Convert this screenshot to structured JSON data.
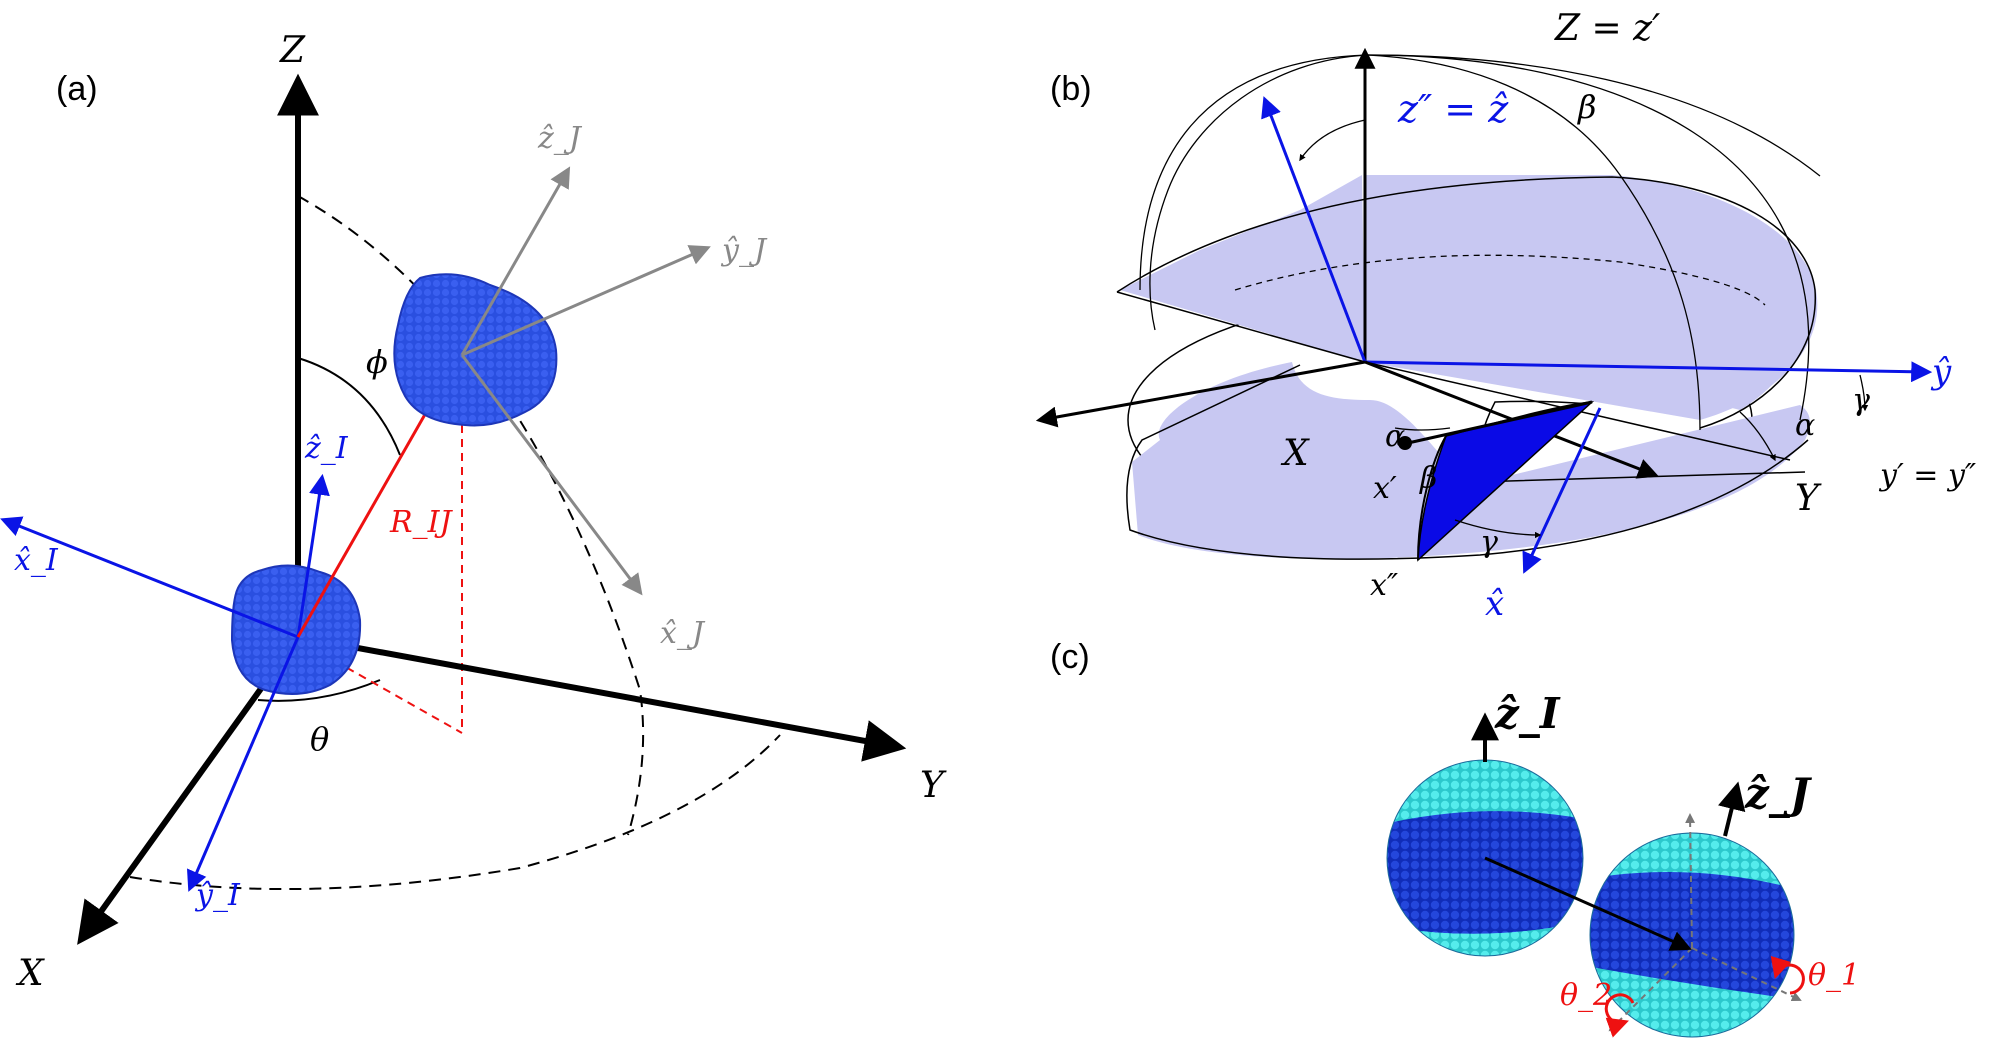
{
  "panels": {
    "a": {
      "label": "(a)",
      "axis_Z": "Z",
      "axis_Y": "Y",
      "axis_X": "X",
      "zI": "ẑ_I",
      "xI": "x̂_I",
      "yI": "ŷ_I",
      "zJ": "ẑ_J",
      "yJ": "ŷ_J",
      "xJ": "x̂_J",
      "R": "R_IJ",
      "phi": "ϕ",
      "theta": "θ"
    },
    "b": {
      "label": "(b)",
      "Z": "Z = z′",
      "zpp": "z″ = ẑ",
      "beta": "β",
      "alpha": "α",
      "gamma": "γ",
      "X": "X",
      "xp": "x′",
      "xpp": "x″",
      "xhat": "x̂",
      "Y": "Y",
      "ypp": "y′ = y″",
      "yhat": "ŷ"
    },
    "c": {
      "label": "(c)",
      "zI": "ẑ_I",
      "zJ": "ẑ_J",
      "theta1": "θ_1",
      "theta2": "θ_2"
    }
  },
  "colors": {
    "black": "#000000",
    "body_blue": "#2244dd",
    "frame_blue": "#0a14e6",
    "gray": "#888888",
    "red": "#ee1111",
    "plane": "#c8c8f2",
    "wedge": "#0a0ae6",
    "cyan": "#3fe0e0",
    "dark_blue": "#1c3ad8"
  }
}
